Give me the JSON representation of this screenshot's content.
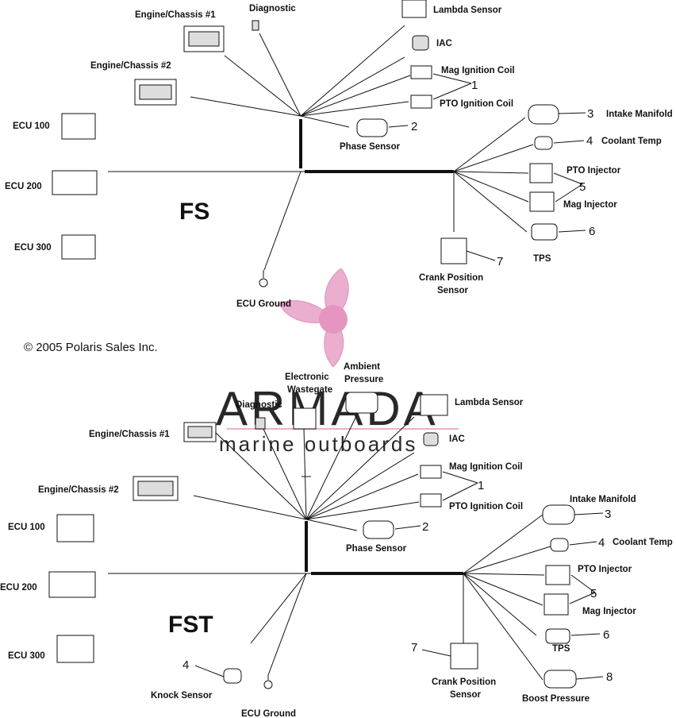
{
  "fs": {
    "title": "FS",
    "engine_chassis_1": "Engine/Chassis #1",
    "engine_chassis_2": "Engine/Chassis #2",
    "diagnostic": "Diagnostic",
    "lambda_sensor": "Lambda Sensor",
    "iac": "IAC",
    "mag_ignition_coil": "Mag Ignition Coil",
    "pto_ignition_coil": "PTO Ignition Coil",
    "phase_sensor": "Phase Sensor",
    "intake_manifold": "Intake Manifold",
    "coolant_temp": "Coolant Temp",
    "pto_injector": "PTO Injector",
    "mag_injector": "Mag Injector",
    "tps": "TPS",
    "crank_position_sensor_1": "Crank Position",
    "crank_position_sensor_2": "Sensor",
    "ecu_ground": "ECU Ground",
    "ecu_100": "ECU 100",
    "ecu_200": "ECU 200",
    "ecu_300": "ECU 300",
    "callouts": {
      "coils": "1",
      "phase": "2",
      "intake": "3",
      "coolant": "4",
      "injectors": "5",
      "tps": "6",
      "crank": "7"
    }
  },
  "copyright": "© 2005 Polaris Sales Inc.",
  "watermark": {
    "brand": "ARMADA",
    "tagline": "marine outboards",
    "color": "#e9a6c9"
  },
  "fst": {
    "title": "FST",
    "electronic_wastegate_1": "Electronic",
    "electronic_wastegate_2": "Wastegate",
    "ambient_pressure_1": "Ambient",
    "ambient_pressure_2": "Pressure",
    "diagnostic": "Diagnostic",
    "lambda_sensor": "Lambda Sensor",
    "engine_chassis_1": "Engine/Chassis #1",
    "engine_chassis_2": "Engine/Chassis #2",
    "iac": "IAC",
    "mag_ignition_coil": "Mag Ignition Coil",
    "pto_ignition_coil": "PTO Ignition Coil",
    "phase_sensor": "Phase Sensor",
    "intake_manifold": "Intake Manifold",
    "coolant_temp": "Coolant Temp",
    "pto_injector": "PTO Injector",
    "mag_injector": "Mag Injector",
    "tps": "TPS",
    "crank_position_sensor_1": "Crank Position",
    "crank_position_sensor_2": "Sensor",
    "boost_pressure": "Boost Pressure",
    "knock_sensor": "Knock Sensor",
    "ecu_ground": "ECU Ground",
    "ecu_100": "ECU 100",
    "ecu_200": "ECU 200",
    "ecu_300": "ECU 300",
    "callouts": {
      "coils": "1",
      "phase": "2",
      "intake": "3",
      "coolant": "4",
      "injectors": "5",
      "tps": "6",
      "crank": "7",
      "boost": "8",
      "knock": "4"
    }
  }
}
